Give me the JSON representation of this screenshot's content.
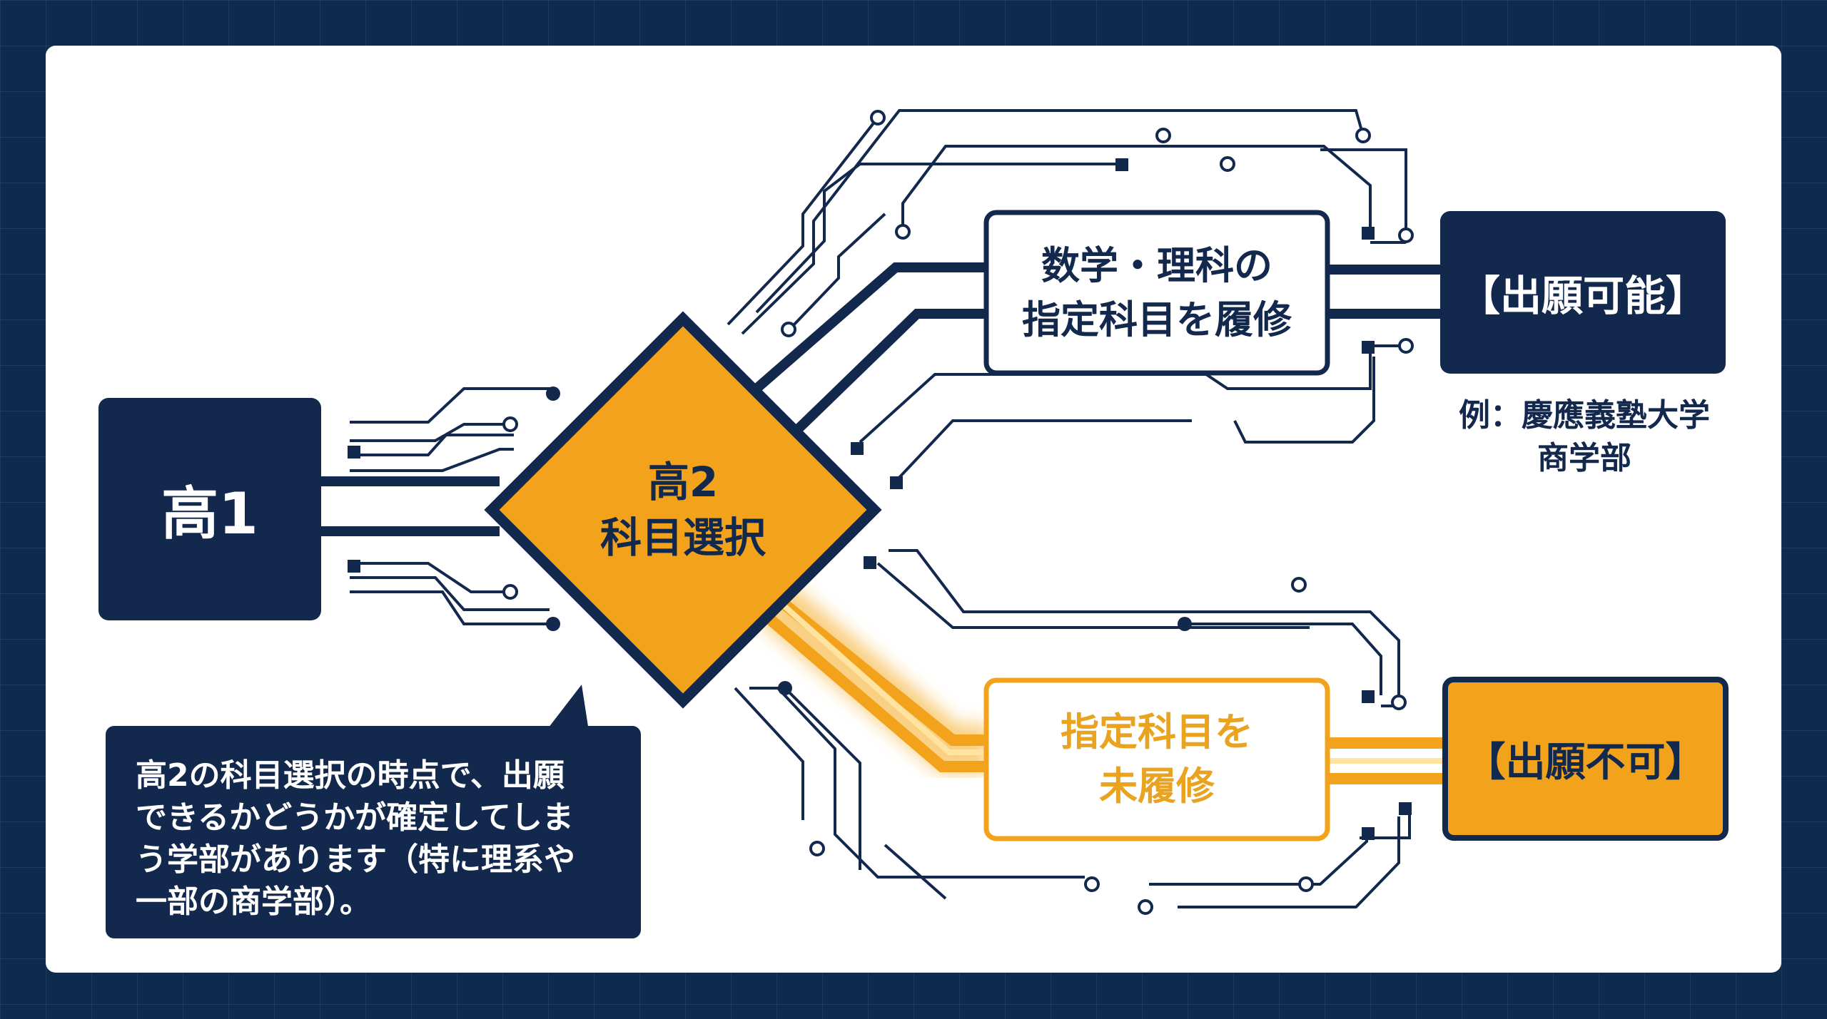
{
  "start_node": {
    "label": "高1"
  },
  "decision_node": {
    "line1": "高2",
    "line2": "科目選択"
  },
  "upper_path": {
    "condition": {
      "line1": "数学・理科の",
      "line2": "指定科目を履修"
    },
    "result": "【出願可能】",
    "example": {
      "line1": "例：慶應義塾大学",
      "line2": "商学部"
    }
  },
  "lower_path": {
    "condition": {
      "line1": "指定科目を",
      "line2": "未履修"
    },
    "result": "【出願不可】"
  },
  "note": {
    "line1": "高2の科目選択の時点で、出願",
    "line2": "できるかどうかが確定してしま",
    "line3": "う学部があります（特に理系や",
    "line4": "一部の商学部）。"
  },
  "colors": {
    "navy": "#13284d",
    "orange": "#f2a31b",
    "orange_text": "#e9a31f",
    "background": "#0f2a4f",
    "card": "#ffffff"
  }
}
